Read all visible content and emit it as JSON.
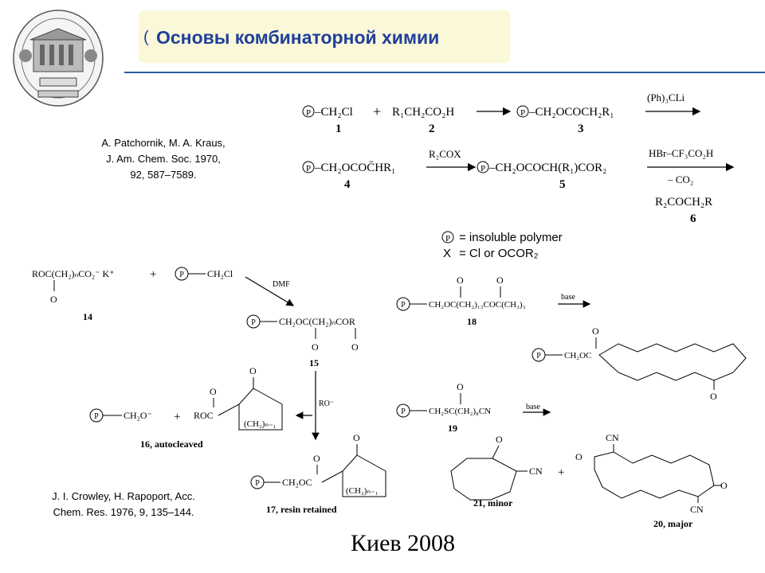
{
  "header": {
    "title": "Основы комбинаторной химии"
  },
  "references": {
    "patchornik": [
      "A. Patchornik, M. A. Kraus,",
      "J. Am. Chem. Soc. 1970,",
      "92, 587–7589."
    ],
    "crowley": [
      "J. I. Crowley, H. Rapoport, Acc.",
      "Chem. Res. 1976, 9, 135–144."
    ]
  },
  "footer": {
    "text": "Киев 2008"
  },
  "logo": {
    "icon": "university-seal-icon"
  },
  "scheme_top": {
    "P": "P",
    "r1_chcl": "–CH₂Cl",
    "plus": "+",
    "r1_acid": "R₁CH₂CO₂H",
    "r1_ester": "–CH₂OCOCH₂R₁",
    "reagent1": "(Ph)₃CLi",
    "n1": "1",
    "n2": "2",
    "n3": "3",
    "r2_anion": "–CH₂OCOC̄HR₁",
    "reagent2": "R₂COX",
    "r2_product": "–CH₂OCOCH(R₁)COR₂",
    "reagent3a": "HBr–CF₃CO₂H",
    "reagent3b": "– CO₂",
    "ketone": "R₂COCH₂R",
    "n4": "4",
    "n5": "5",
    "n6": "6",
    "legend_p": "= insoluble polymer",
    "legend_x_label": "X",
    "legend_x": "= Cl or OCOR₂"
  },
  "scheme_bottom": {
    "salt": "ROC(CH₂)ₙCO₂⁻ K⁺",
    "o": "O",
    "n14": "14",
    "plus": "+",
    "chcl": "CH₂Cl",
    "dmf": "DMF",
    "diester": "CH₂OC(CH₂)ₙCOR",
    "n15": "15",
    "ro": "RO⁻",
    "ch2o_minus": "CH₂O⁻",
    "roc": "ROC",
    "ring_ch2": "(CH₂)ₙ₋₁",
    "n16": "16, autocleaved",
    "ch2oc": "CH₂OC",
    "n17": "17, resin retained",
    "diester18": "CH₂OC(CH₂)₁₃COC(CH₃)₃",
    "n18": "18",
    "base": "base",
    "ch2oc_macro": "CH₂OC",
    "thioester": "CH₂SC(CH₂)₈CN",
    "n19": "19",
    "cn": "CN",
    "n21": "21, minor",
    "n20": "20, major"
  }
}
